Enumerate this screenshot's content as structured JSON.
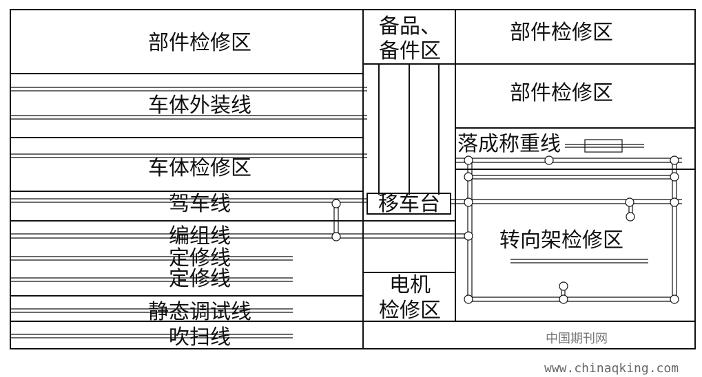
{
  "zones": {
    "top_left_parts": "部件检修区",
    "spares": "备品、\n备件区",
    "top_right_parts": "部件检修区",
    "right_parts_2": "部件检修区",
    "body_outfit_line": "车体外装线",
    "body_repair_area": "车体检修区",
    "drive_line": "驾车线",
    "transfer_table": "移车台",
    "marshalling_line": "编组线",
    "fixed_repair_line_1": "定修线",
    "fixed_repair_line_2": "定修线",
    "static_test_line": "静态调试线",
    "blow_line": "吹扫线",
    "motor_repair": "电机\n检修区",
    "drop_weigh_line": "落成称重线",
    "bogie_repair": "转向架检修区"
  },
  "watermarks": {
    "journal": "中国期刊网",
    "site": "www.chinaqking.com"
  },
  "colors": {
    "line": "#111111",
    "watermark": "#777777"
  }
}
